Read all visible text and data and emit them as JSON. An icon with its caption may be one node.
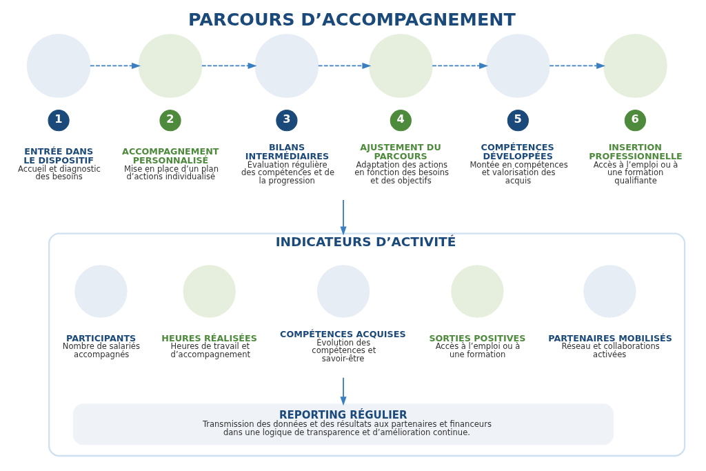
{
  "diagram": {
    "title": "PARCOURS D’ACCOMPAGNEMENT",
    "nodes": [
      {
        "text": [],
        "shape": "circle"
      },
      {
        "text": [
          "1"
        ],
        "beside": [
          "ENTRÉE DANS LE DISPOSITIF",
          "Accueil et diagnostic des besoins"
        ]
      },
      {
        "text": [],
        "shape": "circle"
      },
      {
        "text": [
          "2"
        ],
        "beside": [
          "ACCOMPAGNEMENT PERSONNALISÉ",
          "Mise en place d’un plan d’actions individualisé"
        ]
      },
      {
        "text": [],
        "shape": "circle"
      },
      {
        "text": [
          "3"
        ],
        "beside": [
          "BILANS INTERMÉDIAIRES",
          "Évaluation régulière des compétences et de la progression"
        ]
      },
      {
        "text": [],
        "shape": "circle"
      },
      {
        "text": [
          "4"
        ],
        "beside": [
          "AJUSTEMENT DU PARCOURS",
          "Adaptation des actions en fonction des besoins et des objectifs"
        ]
      },
      {
        "text": [],
        "shape": "circle"
      },
      {
        "text": [
          "5"
        ],
        "beside": [
          "COMPÉTENCES DÉVELOPPÉES",
          "Montée en compétences et valorisation des acquis"
        ]
      },
      {
        "text": [],
        "shape": "circle"
      },
      {
        "text": [
          "6"
        ],
        "beside": [
          "INSERTION PROFESSIONNELLE",
          "Accès à l’emploi ou à une formation qualifiante"
        ]
      },
      {
        "text": [
          "INDICATEURS D’ACTIVITÉ"
        ]
      },
      {
        "text": [],
        "shape": "circle",
        "in": 12,
        "beside": [
          "PARTICIPANTS",
          "Nombre de salariés accompagnés"
        ]
      },
      {
        "text": [],
        "shape": "circle",
        "in": 12,
        "beside": [
          "HEURES RÉALISÉES",
          "Heures de travail et d’accompagnement"
        ]
      },
      {
        "text": [],
        "shape": "circle",
        "in": 12,
        "beside": [
          "COMPÉTENCES ACQUISES",
          "Évolution des compétences et savoir-être"
        ]
      },
      {
        "text": [],
        "shape": "circle",
        "in": 12,
        "beside": [
          "SORTIES POSITIVES",
          "Accès à l’emploi ou à une formation"
        ]
      },
      {
        "text": [],
        "shape": "circle",
        "in": 12,
        "beside": [
          "PARTENAIRES MOBILISÉS",
          "Réseau et collaborations activées"
        ]
      },
      {
        "text": [
          "REPORTING RÉGULIER",
          "Transmission des données et des résultats aux partenaires et financeurs dans une logique de transparence et d’amélioration continue."
        ],
        "in": 12
      }
    ],
    "edges": [
      {
        "from": 0,
        "to": 2,
        "arrow": "to",
        "style": "dashed"
      },
      {
        "from": 2,
        "to": 4,
        "arrow": "to",
        "style": "dashed"
      },
      {
        "from": 4,
        "to": 6,
        "arrow": "to",
        "style": "dashed"
      },
      {
        "from": 6,
        "to": 8,
        "arrow": "to",
        "style": "dashed"
      },
      {
        "from": 8,
        "to": 10,
        "arrow": "to",
        "style": "dashed"
      },
      {
        "from": null,
        "to": 12,
        "arrow": "to"
      },
      {
        "from": null,
        "to": 18,
        "arrow": "to"
      }
    ]
  }
}
